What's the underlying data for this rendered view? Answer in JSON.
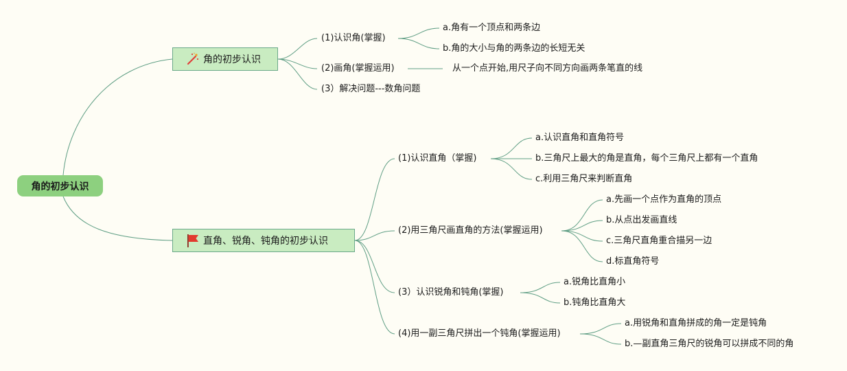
{
  "root": {
    "label": "角的初步认识"
  },
  "branches": [
    {
      "label": "角的初步认识",
      "icon": "wand-icon",
      "children": [
        {
          "label": "(1)认识角(掌握)",
          "children": [
            "a.角有一个顶点和两条边",
            "b.角的大小与角的两条边的长短无关"
          ]
        },
        {
          "label": "(2)画角(掌握运用)",
          "children": [
            "从一个点开始,用尺子向不同方向画两条笔直的线"
          ]
        },
        {
          "label": "(3）解决问题---数角问题",
          "children": []
        }
      ]
    },
    {
      "label": "直角、锐角、钝角的初步认识",
      "icon": "red-flag-icon",
      "children": [
        {
          "label": "(1)认识直角（掌握)",
          "children": [
            "a.认识直角和直角符号",
            "b.三角尺上最大的角是直角，每个三角尺上都有一个直角",
            "c.利用三角尺来判断直角"
          ]
        },
        {
          "label": "(2)用三角尺画直角的方法(掌握运用)",
          "children": [
            "a.先画一个点作为直角的顶点",
            "b.从点出发画直线",
            "c.三角尺直角重合描另一边",
            "d.标直角符号"
          ]
        },
        {
          "label": "(3）认识锐角和钝角(掌握)",
          "children": [
            "a.锐角比直角小",
            "b.钝角比直角大"
          ]
        },
        {
          "label": "(4)用一副三角尺拼出一个钝角(掌握运用)",
          "children": [
            "a.用锐角和直角拼成的角一定是钝角",
            "b.—副直角三角尺的锐角可以拼成不同的角"
          ]
        }
      ]
    }
  ],
  "colors": {
    "line": "#5f9e84",
    "root_fill": "#8dd07f",
    "branch_fill": "#c9ecc1",
    "background": "#fefdf5"
  }
}
